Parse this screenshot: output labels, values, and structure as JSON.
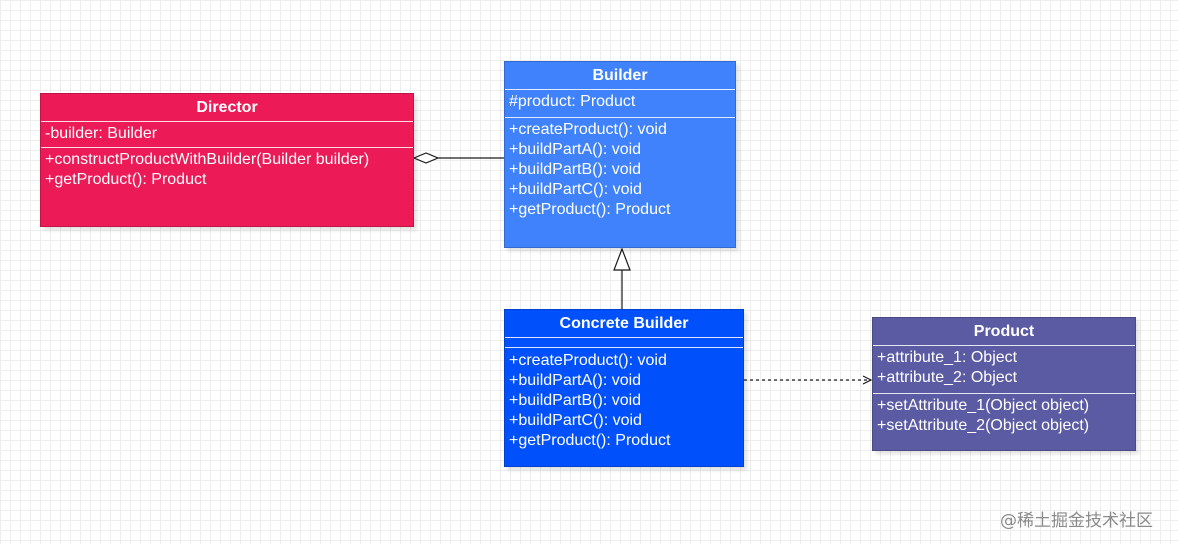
{
  "colors": {
    "director": "#ec1a57",
    "builder": "#3f82fb",
    "concrete_builder": "#0051fb",
    "product": "#5b5ba3",
    "connector": "#1a1a1a"
  },
  "director": {
    "name": "Director",
    "attributes": [
      "-builder: Builder"
    ],
    "operations": [
      "+constructProductWithBuilder(Builder builder)",
      "+getProduct(): Product"
    ]
  },
  "builder": {
    "name": "Builder",
    "attributes": [
      "#product: Product"
    ],
    "operations": [
      "+createProduct(): void",
      "+buildPartA(): void",
      "+buildPartB(): void",
      "+buildPartC(): void",
      "+getProduct(): Product"
    ]
  },
  "concrete_builder": {
    "name": "Concrete Builder",
    "attributes": [],
    "operations": [
      "+createProduct(): void",
      "+buildPartA(): void",
      "+buildPartB(): void",
      "+buildPartC(): void",
      "+getProduct(): Product"
    ]
  },
  "product": {
    "name": "Product",
    "attributes": [
      "+attribute_1: Object",
      "+attribute_2: Object"
    ],
    "operations": [
      "+setAttribute_1(Object object)",
      "+setAttribute_2(Object object)"
    ]
  },
  "relationships": [
    {
      "type": "aggregation",
      "from": "Director",
      "to": "Builder"
    },
    {
      "type": "generalization",
      "from": "Concrete Builder",
      "to": "Builder"
    },
    {
      "type": "dependency",
      "from": "Concrete Builder",
      "to": "Product"
    }
  ],
  "watermark": "@稀土掘金技术社区"
}
